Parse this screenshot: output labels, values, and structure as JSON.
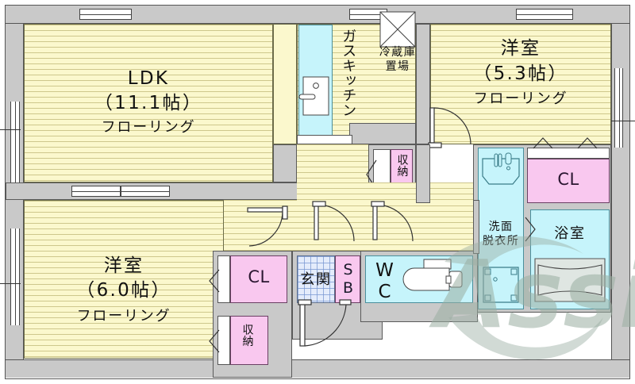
{
  "plan": {
    "type": "japanese-apartment-floorplan",
    "watermark": "Assist",
    "rooms": [
      {
        "id": "ldk",
        "name": "LDK",
        "size": "（11.1帖）",
        "flooring": "フローリング"
      },
      {
        "id": "bedroom-53",
        "name": "洋室",
        "size": "（5.3帖）",
        "flooring": "フローリング"
      },
      {
        "id": "bedroom-60",
        "name": "洋室",
        "size": "（6.0帖）",
        "flooring": "フローリング"
      }
    ],
    "labels": {
      "ldk_name": "LDK",
      "ldk_size": "（11.1帖）",
      "ldk_floor": "フローリング",
      "kitchen": "ガスキッチン",
      "fridge_line1": "冷蔵庫",
      "fridge_line2": "置場",
      "bedroom53_name": "洋室",
      "bedroom53_size": "（5.3帖）",
      "bedroom53_floor": "フローリング",
      "bedroom60_name": "洋室",
      "bedroom60_size": "（6.0帖）",
      "bedroom60_floor": "フローリング",
      "closet_upper": "収納",
      "closet_lower": "収納",
      "cl_bedroom53": "CL",
      "cl_bedroom60": "CL",
      "washroom_line1": "洗面",
      "washroom_line2": "脱衣所",
      "bathroom": "浴室",
      "entrance": "玄関",
      "shoebox": "SB",
      "toilet": "WC"
    },
    "colors": {
      "flooring": "#fbf8cd",
      "wet_area": "#c6f4fb",
      "storage": "#f9c8ef",
      "wall": "#c9c9c9",
      "entrance_tile": "#e4ecfb",
      "outline": "#555555",
      "watermark": "#9aaea2"
    }
  }
}
